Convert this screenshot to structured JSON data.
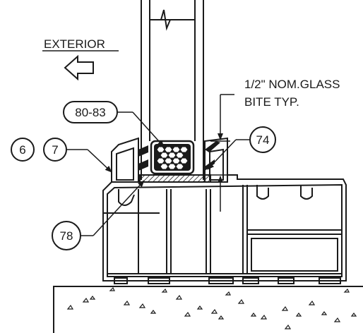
{
  "labels": {
    "exterior": "EXTERIOR",
    "glass_bite_line1": "1/2\" NOM.GLASS",
    "glass_bite_line2": "BITE TYP."
  },
  "callouts": {
    "c_80_83": "80-83",
    "c_6": "6",
    "c_7": "7",
    "c_74": "74",
    "c_78": "78"
  },
  "colors": {
    "ink": "#1a1a1a",
    "background": "#ffffff",
    "hatch": "#1a1a1a"
  },
  "icons": {
    "exterior_arrow": "left-arrow-outline-icon",
    "break_mark": "break-line-icon"
  }
}
